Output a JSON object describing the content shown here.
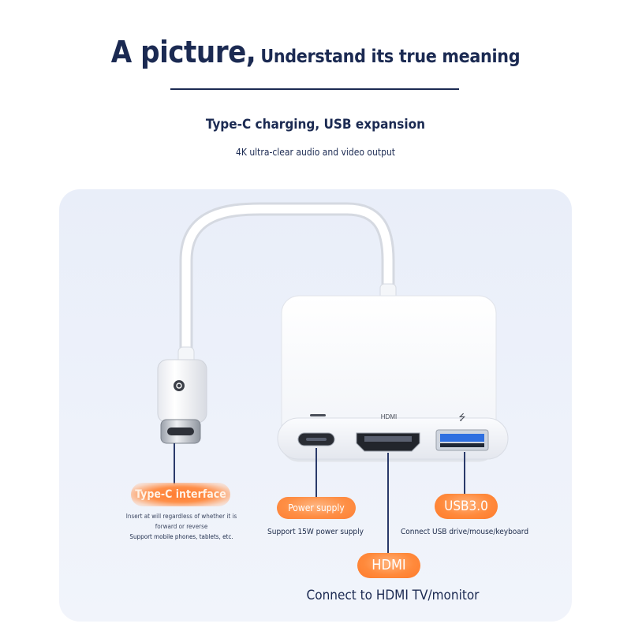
{
  "headline": {
    "big": "A picture,",
    "small": "Understand its true meaning"
  },
  "subtitle": "Type-C charging, USB expansion",
  "description": "4K ultra-clear audio and video output",
  "device": {
    "port_labels": {
      "hdmi": "HDMI",
      "usb_symbol": "⭍"
    }
  },
  "callouts": {
    "typec": {
      "label": "Type-C interface",
      "line1": "Insert at will regardless of whether it is",
      "line2": "forward or reverse",
      "line3": "Support mobile phones, tablets, etc."
    },
    "power": {
      "label": "Power supply",
      "desc": "Support 15W power supply"
    },
    "usb": {
      "label": "USB3.0",
      "desc": "Connect USB drive/mouse/keyboard"
    },
    "hdmi": {
      "label": "HDMI",
      "desc": "Connect to HDMI TV/monitor"
    }
  },
  "colors": {
    "navy": "#1b2a52",
    "orange": "#ff8a3c",
    "panel": "#eaeff9",
    "usb_blue": "#2f6fe0"
  }
}
